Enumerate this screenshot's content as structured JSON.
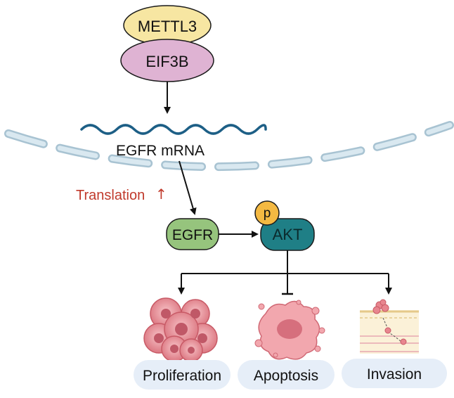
{
  "nodes": {
    "mettl3": "METTL3",
    "eif3b": "EIF3B",
    "egfr_mrna": "EGFR mRNA",
    "translation": "Translation",
    "translation_arrow": "↑",
    "egfr": "EGFR",
    "phospho": "p",
    "akt": "AKT"
  },
  "outcomes": {
    "proliferation": "Proliferation",
    "apoptosis": "Apoptosis",
    "invasion": "Invasion"
  },
  "colors": {
    "mettl3_fill": "#f7e6a2",
    "eif3b_fill": "#dfb3d3",
    "mrna_wave": "#1d5f86",
    "membrane": "#cde0ea",
    "translation_text": "#c0392b",
    "egfr_fill": "#96c47d",
    "phospho_fill": "#f4b942",
    "akt_fill": "#1f7f86",
    "outcome_pill": "#e6eef8",
    "cell_pink": "#e8868f"
  }
}
